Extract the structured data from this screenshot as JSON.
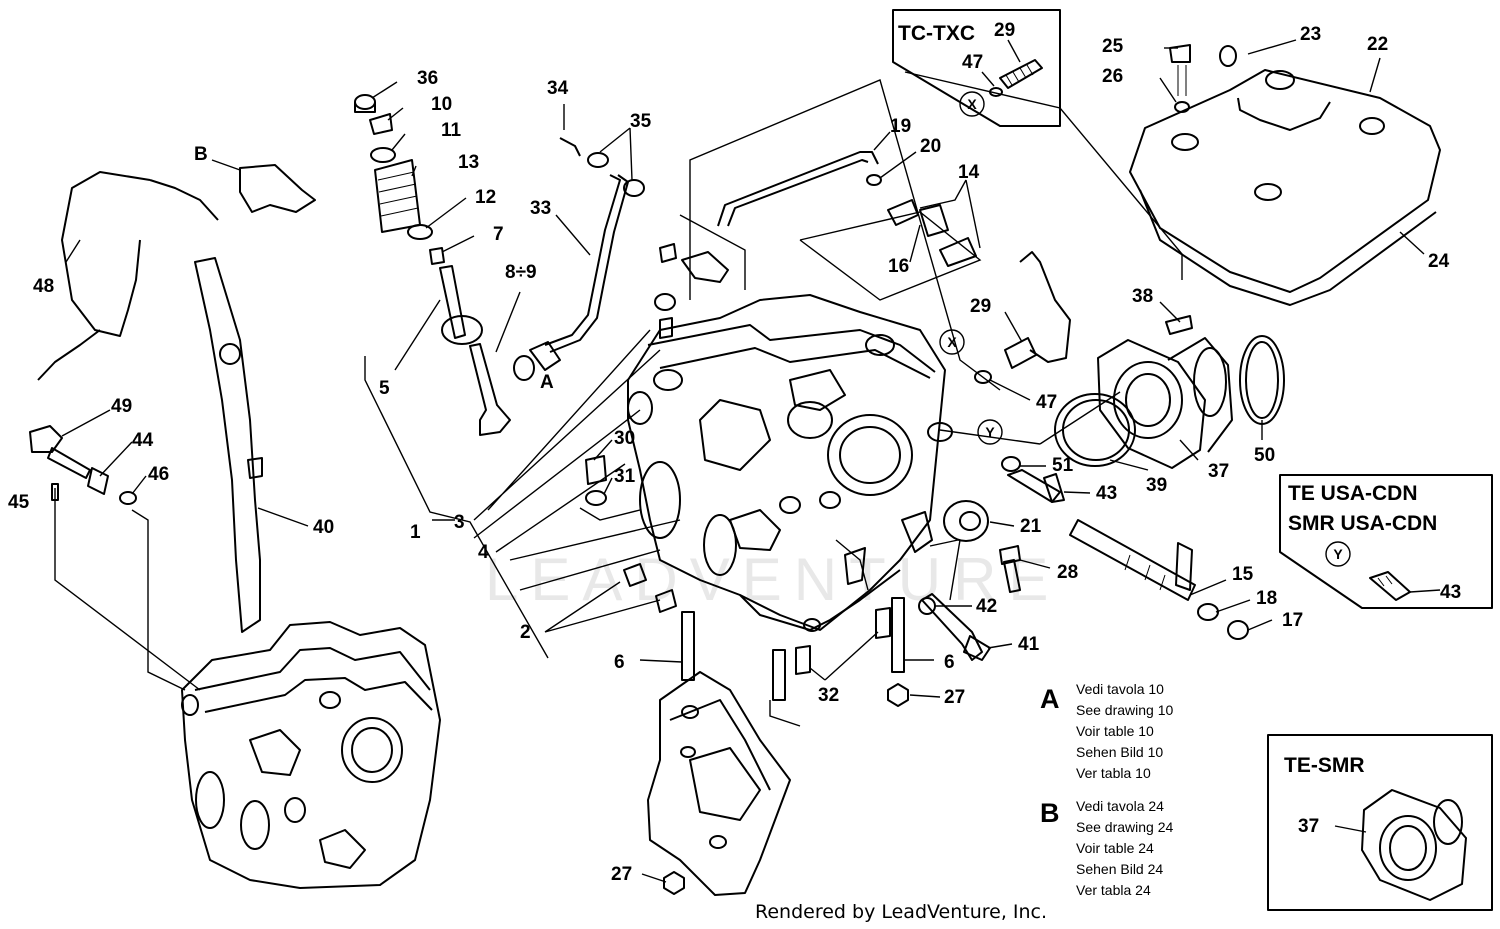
{
  "callouts": [
    {
      "t": "36"
    },
    {
      "t": "10"
    },
    {
      "t": "11"
    },
    {
      "t": "13"
    },
    {
      "t": "12"
    },
    {
      "t": "7"
    },
    {
      "t": "5"
    },
    {
      "t": "34"
    },
    {
      "t": "35"
    },
    {
      "t": "33"
    },
    {
      "t": "8÷9"
    },
    {
      "t": "A"
    },
    {
      "t": "B"
    },
    {
      "t": "48"
    },
    {
      "t": "49"
    },
    {
      "t": "44"
    },
    {
      "t": "46"
    },
    {
      "t": "45"
    },
    {
      "t": "40"
    },
    {
      "t": "1"
    },
    {
      "t": "3"
    },
    {
      "t": "4"
    },
    {
      "t": "2"
    },
    {
      "t": "30"
    },
    {
      "t": "31"
    },
    {
      "t": "6"
    },
    {
      "t": "6"
    },
    {
      "t": "32"
    },
    {
      "t": "27"
    },
    {
      "t": "27"
    },
    {
      "t": "19"
    },
    {
      "t": "20"
    },
    {
      "t": "14"
    },
    {
      "t": "16"
    },
    {
      "t": "29"
    },
    {
      "t": "29"
    },
    {
      "t": "47"
    },
    {
      "t": "47"
    },
    {
      "t": "38"
    },
    {
      "t": "39"
    },
    {
      "t": "37"
    },
    {
      "t": "50"
    },
    {
      "t": "51"
    },
    {
      "t": "43"
    },
    {
      "t": "21"
    },
    {
      "t": "28"
    },
    {
      "t": "42"
    },
    {
      "t": "41"
    },
    {
      "t": "15"
    },
    {
      "t": "18"
    },
    {
      "t": "17"
    },
    {
      "t": "25"
    },
    {
      "t": "26"
    },
    {
      "t": "23"
    },
    {
      "t": "22"
    },
    {
      "t": "24"
    },
    {
      "t": "43"
    },
    {
      "t": "37"
    }
  ],
  "circle_markers": [
    "X",
    "X",
    "Y",
    "Y"
  ],
  "boxes": {
    "tc_txc": {
      "title": "TC-TXC"
    },
    "te_usa": {
      "title_line1": "TE USA-CDN",
      "title_line2": "SMR USA-CDN"
    },
    "te_smr": {
      "title": "TE-SMR"
    }
  },
  "references": [
    {
      "letter": "A",
      "lines": [
        "Vedi tavola 10",
        "See drawing 10",
        "Voir table 10",
        "Sehen Bild 10",
        "Ver tabla 10"
      ]
    },
    {
      "letter": "B",
      "lines": [
        "Vedi tavola 24",
        "See drawing 24",
        "Voir table 24",
        "Sehen Bild 24",
        "Ver tabla 24"
      ]
    }
  ],
  "watermark": "LEADVENTURE",
  "footer": "Rendered by LeadVenture, Inc."
}
